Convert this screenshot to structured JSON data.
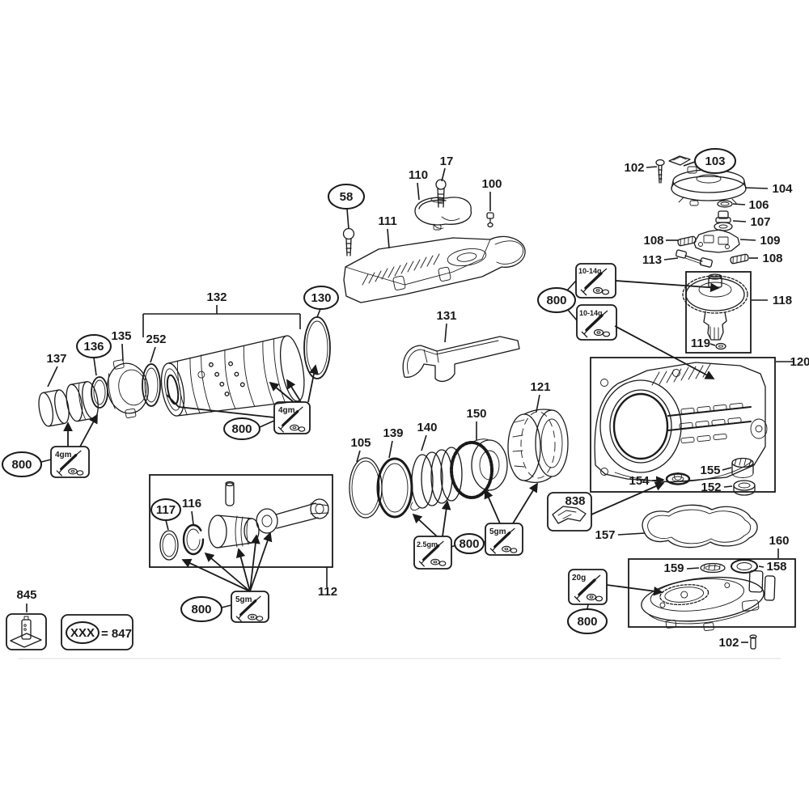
{
  "diagram": {
    "type": "exploded-parts-diagram",
    "labels": {
      "l17": "17",
      "l110": "110",
      "l100": "100",
      "l58": "58",
      "l111": "111",
      "l102a": "102",
      "l103": "103",
      "l104": "104",
      "l106": "106",
      "l107": "107",
      "l108a": "108",
      "l109": "109",
      "l113": "113",
      "l108b": "108",
      "l132": "132",
      "l130": "130",
      "l135": "135",
      "l136": "136",
      "l252": "252",
      "l137": "137",
      "l131": "131",
      "l121": "121",
      "l150": "150",
      "l140": "140",
      "l139": "139",
      "l105": "105",
      "l118": "118",
      "l119": "119",
      "l120": "120",
      "l155": "155",
      "l154": "154",
      "l152": "152",
      "l838": "838",
      "l157": "157",
      "l160": "160",
      "l159": "159",
      "l158": "158",
      "l102b": "102",
      "l117": "117",
      "l116": "116",
      "l112": "112",
      "l845": "845",
      "ref800": "800"
    },
    "grease": {
      "g4": "4gm",
      "g1014": "10-14g",
      "g25": "2.5gm",
      "g5": "5gm",
      "g20": "20g"
    },
    "legend": {
      "xxx": "XXX",
      "value": "= 847"
    },
    "colors": {
      "line": "#1a1a1a",
      "background": "#ffffff"
    }
  }
}
